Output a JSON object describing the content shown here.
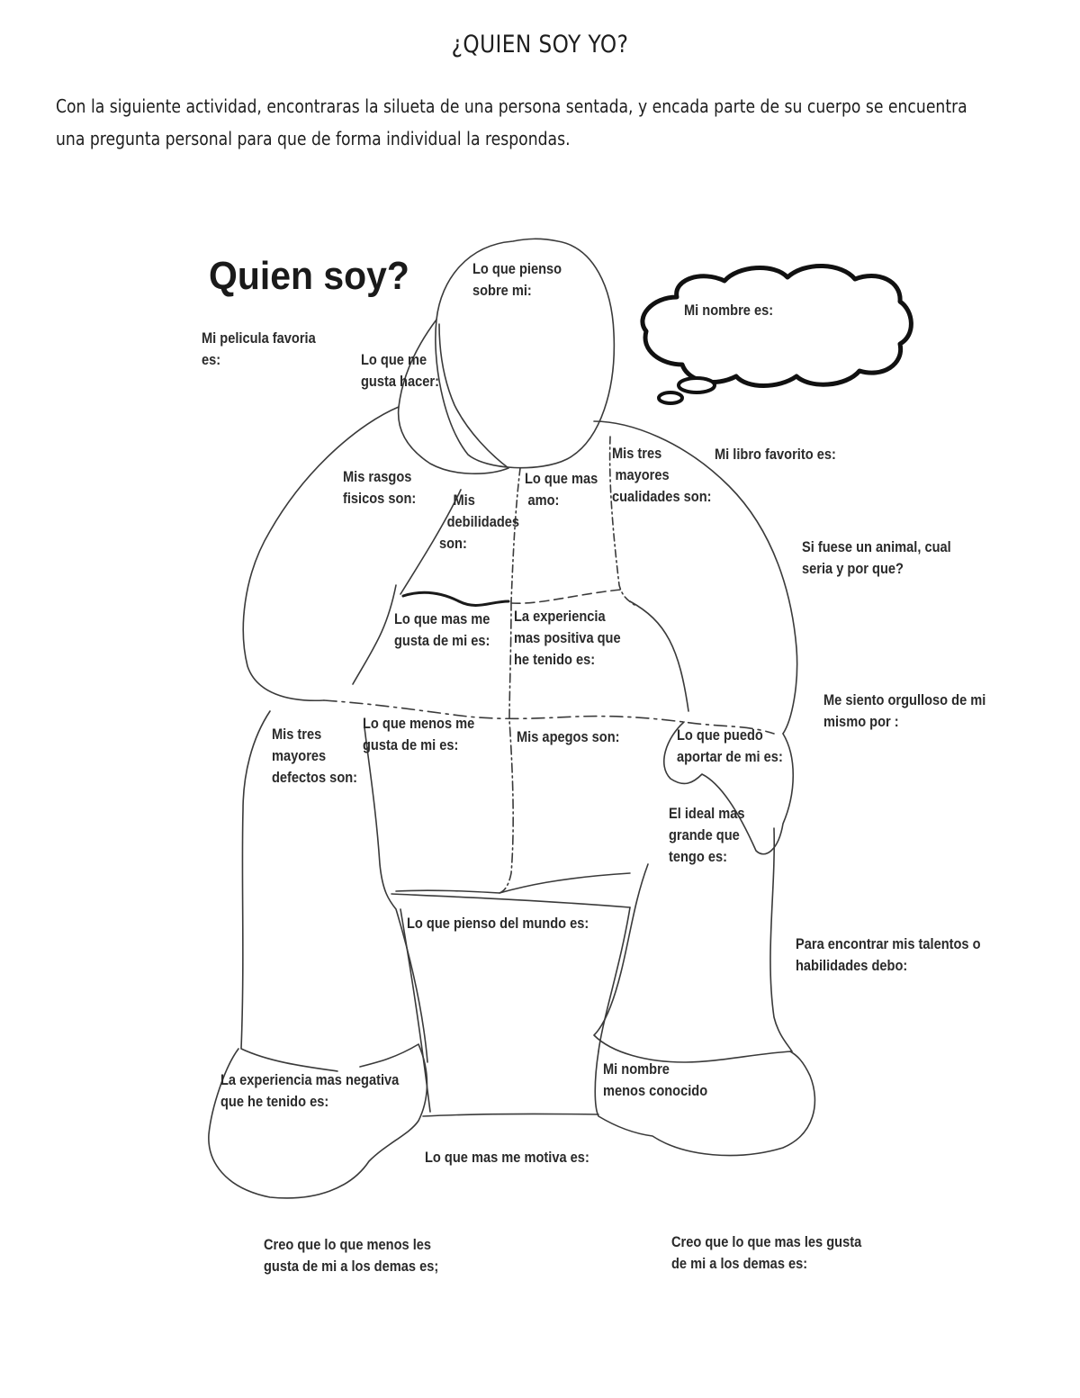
{
  "document": {
    "title": "¿QUIEN SOY YO?",
    "intro_lines": [
      "Con la siguiente actividad, encontraras la silueta de una persona sentada, y encada parte de su cuerpo se encuentra",
      "una pregunta personal para que de forma individual la respondas."
    ]
  },
  "worksheet": {
    "title": "Quien soy?",
    "thought_bubble": {
      "icon": "thought-cloud-icon",
      "lines": [
        "Mi nombre es:"
      ]
    },
    "inside_silhouette": [
      {
        "id": "head",
        "lines": [
          "Lo que pienso",
          "sobre mi:"
        ]
      },
      {
        "id": "hand",
        "lines": [
          "Lo que me",
          "gusta hacer:"
        ]
      },
      {
        "id": "left-shoulder",
        "lines": [
          "Mis rasgos",
          "fisicos son:"
        ]
      },
      {
        "id": "weaknesses",
        "lines": [
          "Mis",
          "debilidades",
          "son:"
        ]
      },
      {
        "id": "loves",
        "lines": [
          "Lo que mas",
          "amo:"
        ]
      },
      {
        "id": "qualities",
        "lines": [
          "Mis tres",
          "mayores",
          "cualidades son:"
        ]
      },
      {
        "id": "like-most",
        "lines": [
          "Lo que mas me",
          "gusta de mi es:"
        ]
      },
      {
        "id": "positive-exp",
        "lines": [
          "La experiencia",
          "mas positiva que",
          "he tenido es:"
        ]
      },
      {
        "id": "defects",
        "lines": [
          "Mis tres",
          "mayores",
          "defectos son:"
        ]
      },
      {
        "id": "like-least",
        "lines": [
          "Lo que menos me",
          "gusta de mi es:"
        ]
      },
      {
        "id": "attachments",
        "lines": [
          "Mis apegos son:"
        ]
      },
      {
        "id": "contribute",
        "lines": [
          "Lo que puedo",
          "aportar de mi es:"
        ]
      },
      {
        "id": "ideal",
        "lines": [
          "El ideal mas",
          "grande que",
          "tengo es:"
        ]
      },
      {
        "id": "world",
        "lines": [
          "Lo que pienso del mundo es:"
        ]
      },
      {
        "id": "negative-exp",
        "lines": [
          "La experiencia mas negativa",
          "que he tenido es:"
        ]
      },
      {
        "id": "lesser-name",
        "lines": [
          "Mi nombre",
          "menos conocido"
        ]
      }
    ],
    "outside_silhouette": [
      {
        "id": "movie",
        "lines": [
          "Mi pelicula favoria",
          "es:"
        ]
      },
      {
        "id": "book",
        "lines": [
          "Mi libro favorito es:"
        ]
      },
      {
        "id": "animal",
        "lines": [
          "Si fuese un animal, cual",
          "seria y por que?"
        ]
      },
      {
        "id": "proud",
        "lines": [
          "Me siento orgulloso de mi",
          "mismo por :"
        ]
      },
      {
        "id": "talents",
        "lines": [
          "Para encontrar mis talentos o",
          "habilidades debo:"
        ]
      },
      {
        "id": "motivates",
        "lines": [
          "Lo que mas me motiva es:"
        ]
      },
      {
        "id": "others-least",
        "lines": [
          "Creo que lo que menos les",
          "gusta de mi a los demas es;"
        ]
      },
      {
        "id": "others-most",
        "lines": [
          "Creo que lo que mas les gusta",
          "de mi a los demas es:"
        ]
      }
    ]
  },
  "colors": {
    "ink": "#1a1a1a",
    "outline": "#3a3a3a",
    "paper": "#ffffff"
  }
}
